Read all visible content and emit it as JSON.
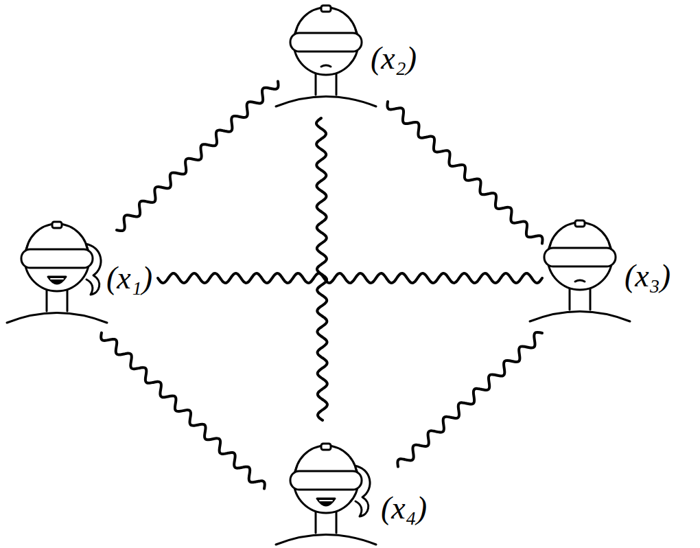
{
  "diagram": {
    "nodes": [
      {
        "text": [
          "(x₁)"
        ]
      },
      {
        "text": [
          "(x₂)"
        ]
      },
      {
        "text": [
          "(x₃)"
        ]
      },
      {
        "text": [
          "(x₄)"
        ]
      }
    ],
    "edges": [
      {
        "from": 0,
        "to": 1,
        "arrow": "none"
      },
      {
        "from": 1,
        "to": 2,
        "arrow": "none"
      },
      {
        "from": 2,
        "to": 3,
        "arrow": "none"
      },
      {
        "from": 3,
        "to": 0,
        "arrow": "none"
      },
      {
        "from": 0,
        "to": 2,
        "arrow": "none"
      },
      {
        "from": 1,
        "to": 3,
        "arrow": "none"
      }
    ]
  }
}
